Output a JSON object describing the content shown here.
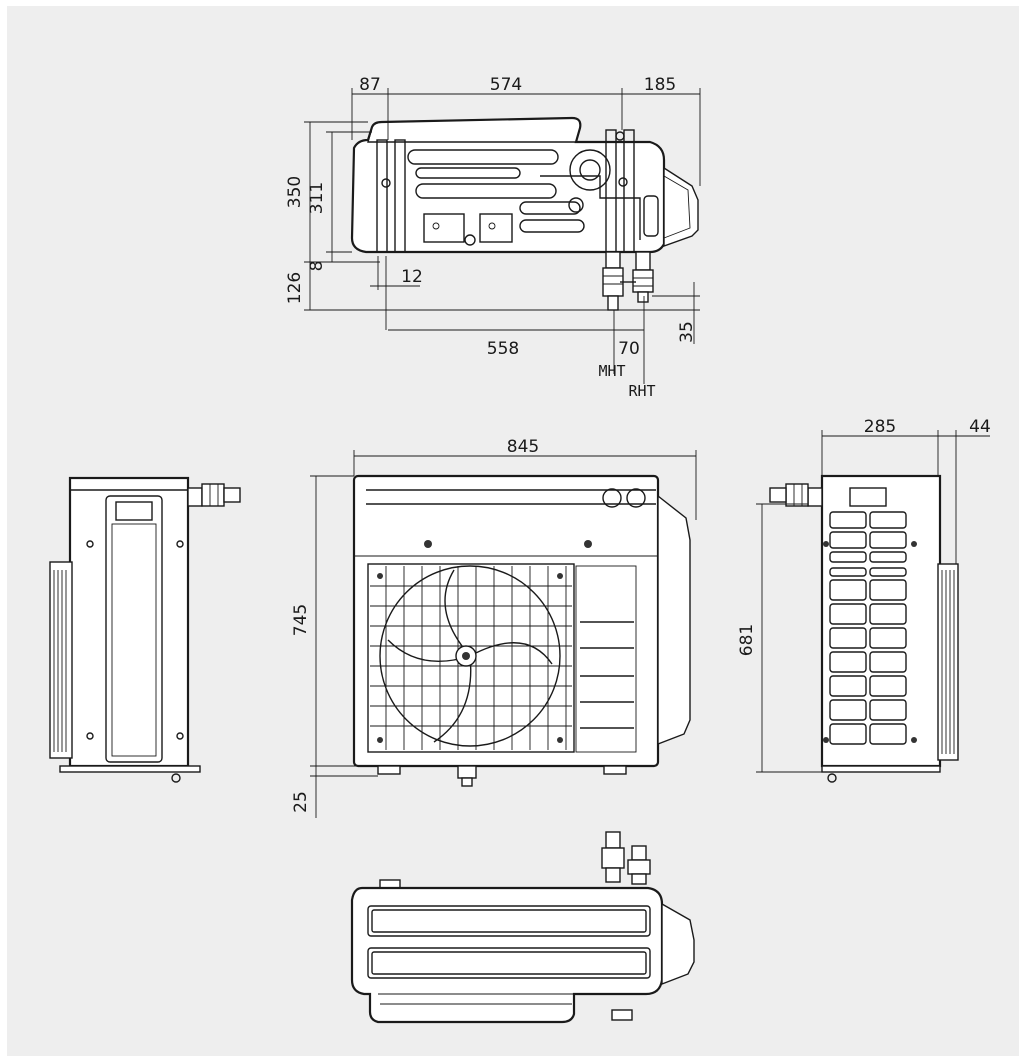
{
  "top_view": {
    "dim_87": "87",
    "dim_574": "574",
    "dim_185": "185",
    "dim_350": "350",
    "dim_311": "311",
    "dim_126": "126",
    "dim_8": "8",
    "dim_12": "12",
    "dim_558": "558",
    "dim_70": "70",
    "dim_35": "35",
    "label_mht": "MHT",
    "label_rht": "RHT"
  },
  "front_view": {
    "dim_845": "845",
    "dim_745": "745",
    "dim_25": "25"
  },
  "right_view": {
    "dim_285": "285",
    "dim_44": "44",
    "dim_681": "681"
  }
}
